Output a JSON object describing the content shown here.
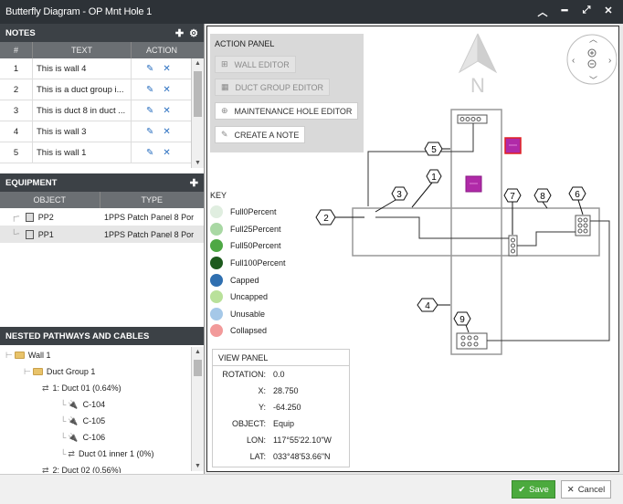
{
  "window": {
    "title": "Butterfly Diagram - OP Mnt Hole 1",
    "icons": [
      "chevron-up-icon",
      "minimize-icon",
      "expand-icon",
      "close-icon"
    ]
  },
  "notes": {
    "header": "NOTES",
    "columns": [
      "#",
      "TEXT",
      "ACTION"
    ],
    "rows": [
      {
        "num": "1",
        "text": "This is wall 4"
      },
      {
        "num": "2",
        "text": "This is a duct group i..."
      },
      {
        "num": "3",
        "text": "This is duct 8 in duct ..."
      },
      {
        "num": "4",
        "text": "This is wall 3"
      },
      {
        "num": "5",
        "text": "This is wall 1"
      }
    ]
  },
  "equipment": {
    "header": "EQUIPMENT",
    "columns": [
      "OBJECT",
      "TYPE"
    ],
    "rows": [
      {
        "object": "PP2",
        "type": "1PPS Patch Panel 8 Por"
      },
      {
        "object": "PP1",
        "type": "1PPS Patch Panel 8 Por"
      }
    ]
  },
  "nested": {
    "header": "NESTED PATHWAYS AND CABLES",
    "items": [
      {
        "label": "Wall 1",
        "kind": "folder",
        "indent": 0
      },
      {
        "label": "Duct Group 1",
        "kind": "folder",
        "indent": 1
      },
      {
        "label": "1: Duct 01 (0.64%)",
        "kind": "duct",
        "indent": 2
      },
      {
        "label": "C-104",
        "kind": "cable",
        "indent": 3
      },
      {
        "label": "C-105",
        "kind": "cable",
        "indent": 3
      },
      {
        "label": "C-106",
        "kind": "cable",
        "indent": 3
      },
      {
        "label": "Duct 01 inner 1 (0%)",
        "kind": "duct",
        "indent": 3
      },
      {
        "label": "2: Duct 02 (0.56%)",
        "kind": "duct",
        "indent": 2
      }
    ]
  },
  "action_panel": {
    "header": "ACTION PANEL",
    "buttons": [
      {
        "label": "WALL EDITOR",
        "icon": "wall-icon",
        "enabled": false
      },
      {
        "label": "DUCT GROUP EDITOR",
        "icon": "duct-group-icon",
        "enabled": false
      },
      {
        "label": "MAINTENANCE HOLE EDITOR",
        "icon": "maintenance-hole-icon",
        "enabled": true
      },
      {
        "label": "CREATE A NOTE",
        "icon": "note-icon",
        "enabled": true
      }
    ]
  },
  "key": {
    "header": "KEY",
    "items": [
      {
        "label": "Full0Percent",
        "color": "#e0eee0"
      },
      {
        "label": "Full25Percent",
        "color": "#a9d8a4"
      },
      {
        "label": "Full50Percent",
        "color": "#4ea845"
      },
      {
        "label": "Full100Percent",
        "color": "#1d5a1d"
      },
      {
        "label": "Capped",
        "color": "#2f6fb0"
      },
      {
        "label": "Uncapped",
        "color": "#b9e19a"
      },
      {
        "label": "Unusable",
        "color": "#a5c8e8"
      },
      {
        "label": "Collapsed",
        "color": "#f29a9a"
      }
    ]
  },
  "view_panel": {
    "header": "VIEW PANEL",
    "rows": [
      {
        "key": "ROTATION:",
        "value": "0.0"
      },
      {
        "key": "X:",
        "value": "28.750"
      },
      {
        "key": "Y:",
        "value": "-64.250"
      },
      {
        "key": "OBJECT:",
        "value": "Equip"
      },
      {
        "key": "LON:",
        "value": "117°55'22.10\"W"
      },
      {
        "key": "LAT:",
        "value": "033°48'53.66\"N"
      }
    ]
  },
  "diagram": {
    "north_label": "N",
    "labels": [
      "1",
      "2",
      "3",
      "4",
      "5",
      "6",
      "7",
      "8",
      "9"
    ],
    "magenta": "#b02aa8",
    "red": "#e02020"
  },
  "footer": {
    "save_label": "Save",
    "cancel_label": "Cancel"
  }
}
